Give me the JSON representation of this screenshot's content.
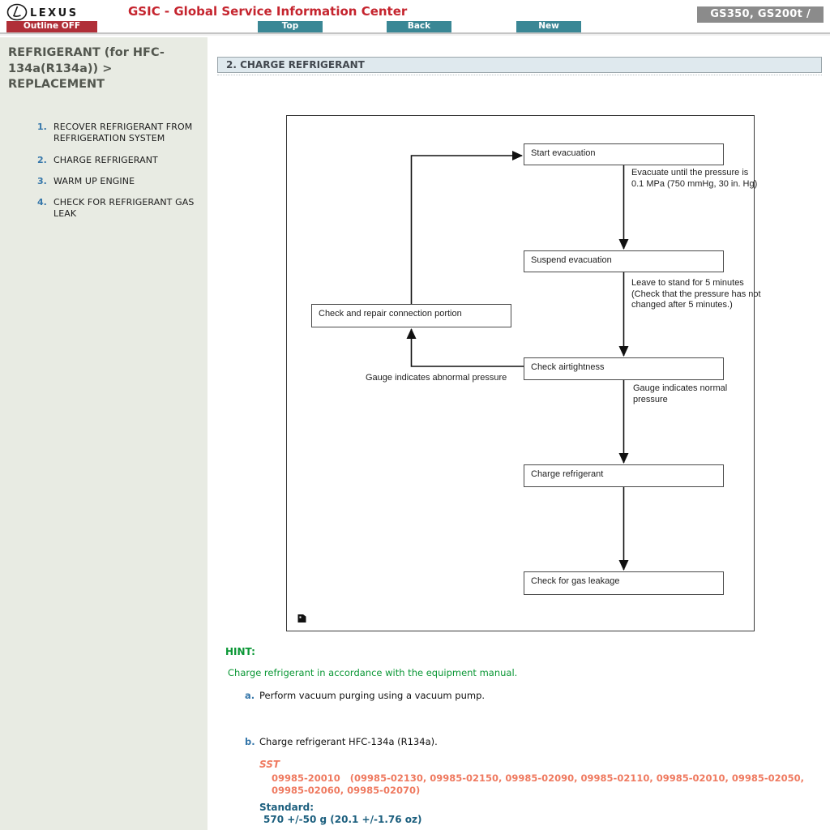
{
  "header": {
    "logo_text": "LEXUS",
    "title": "GSIC - Global Service Information Center",
    "model_badge": "GS350, GS200t /",
    "nav": {
      "outline": "Outline OFF",
      "top": "Top",
      "back": "Back",
      "new": "New"
    }
  },
  "sidebar": {
    "title": "REFRIGERANT (for HFC-134a(R134a)) > REPLACEMENT",
    "items": [
      {
        "num": "1.",
        "label": "RECOVER REFRIGERANT FROM REFRIGERATION SYSTEM"
      },
      {
        "num": "2.",
        "label": "CHARGE REFRIGERANT"
      },
      {
        "num": "3.",
        "label": "WARM UP ENGINE"
      },
      {
        "num": "4.",
        "label": "CHECK FOR REFRIGERANT GAS LEAK"
      }
    ]
  },
  "main": {
    "section_title": "2. CHARGE REFRIGERANT",
    "flowchart": {
      "start_evacuation": "Start evacuation",
      "suspend_evacuation": "Suspend evacuation",
      "check_airtightness": "Check airtightness",
      "charge_refrigerant": "Charge refrigerant",
      "check_gas_leakage": "Check for gas leakage",
      "check_repair": "Check and repair connection portion",
      "ann_evacuate": "Evacuate until the pressure is 0.1 MPa (750 mmHg, 30 in. Hg)",
      "ann_leave": "Leave to stand for 5 minutes (Check that the pressure has not changed after 5 minutes.)",
      "ann_normal": "Gauge indicates normal pressure",
      "ann_abnormal": "Gauge indicates abnormal pressure"
    },
    "hint_label": "HINT:",
    "hint_text": "Charge refrigerant in accordance with the equipment manual.",
    "steps": [
      {
        "letter": "a.",
        "text": "Perform vacuum purging using a vacuum pump."
      },
      {
        "letter": "b.",
        "text": "Charge refrigerant HFC-134a (R134a)."
      }
    ],
    "sst_label": "SST",
    "sst_value": "09985-20010   (09985-02130, 09985-02150, 09985-02090, 09985-02110, 09985-02010, 09985-02050, 09985-02060, 09985-02070)",
    "standard_label": "Standard:",
    "standard_value": "570 +/-50 g (20.1 +/-1.76 oz)"
  },
  "colors": {
    "title_red": "#c5242e",
    "outline_button_red": "#b02f38",
    "nav_button_teal": "#3a8795",
    "badge_gray": "#8b8b8b",
    "sidebar_bg": "#e8ebe3",
    "section_bar_bg": "#dfe9ee",
    "hint_green": "#0a9735",
    "step_letter_blue": "#3677aa",
    "sst_salmon": "#ef7a60",
    "standard_teal": "#1c5f7e"
  }
}
